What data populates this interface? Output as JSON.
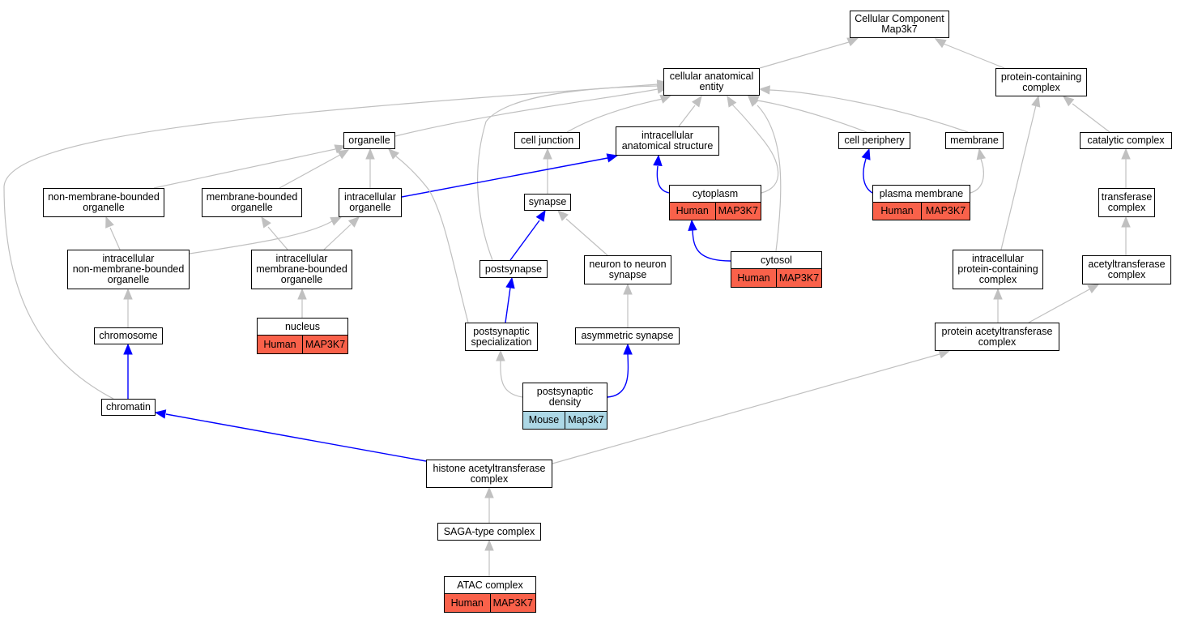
{
  "colors": {
    "human": "#f9614a",
    "mouse": "#add8e6",
    "edge_gray": "#c0c0c0",
    "edge_blue": "#0000ff"
  },
  "nodes": {
    "cellular_component": "Cellular Component\nMap3k7",
    "cellular_anatomical_entity": "cellular anatomical\nentity",
    "protein_containing_complex": "protein-containing\ncomplex",
    "organelle": "organelle",
    "cell_junction": "cell junction",
    "intracellular_anatomical_structure": "intracellular\nanatomical structure",
    "cell_periphery": "cell periphery",
    "membrane": "membrane",
    "catalytic_complex": "catalytic complex",
    "non_membrane_bounded_organelle": "non-membrane-bounded\norganelle",
    "membrane_bounded_organelle": "membrane-bounded\norganelle",
    "intracellular_organelle": "intracellular\norganelle",
    "synapse": "synapse",
    "transferase_complex": "transferase\ncomplex",
    "intracellular_non_membrane_bounded_organelle": "intracellular\nnon-membrane-bounded\norganelle",
    "intracellular_membrane_bounded_organelle": "intracellular\nmembrane-bounded\norganelle",
    "postsynapse": "postsynapse",
    "neuron_to_neuron_synapse": "neuron to neuron\nsynapse",
    "intracellular_protein_containing_complex": "intracellular\nprotein-containing\ncomplex",
    "acetyltransferase_complex": "acetyltransferase\ncomplex",
    "chromosome": "chromosome",
    "postsynaptic_specialization": "postsynaptic\nspecialization",
    "asymmetric_synapse": "asymmetric synapse",
    "protein_acetyltransferase_complex": "protein acetyltransferase\ncomplex",
    "chromatin": "chromatin",
    "histone_acetyltransferase_complex": "histone acetyltransferase\ncomplex",
    "saga_type_complex": "SAGA-type complex"
  },
  "annotated": {
    "cytoplasm": {
      "label": "cytoplasm",
      "species": "Human",
      "gene": "MAP3K7"
    },
    "plasma_membrane": {
      "label": "plasma membrane",
      "species": "Human",
      "gene": "MAP3K7"
    },
    "cytosol": {
      "label": "cytosol",
      "species": "Human",
      "gene": "MAP3K7"
    },
    "nucleus": {
      "label": "nucleus",
      "species": "Human",
      "gene": "MAP3K7"
    },
    "postsynaptic_density": {
      "label": "postsynaptic\ndensity",
      "species": "Mouse",
      "gene": "Map3k7"
    },
    "atac_complex": {
      "label": "ATAC complex",
      "species": "Human",
      "gene": "MAP3K7"
    }
  }
}
